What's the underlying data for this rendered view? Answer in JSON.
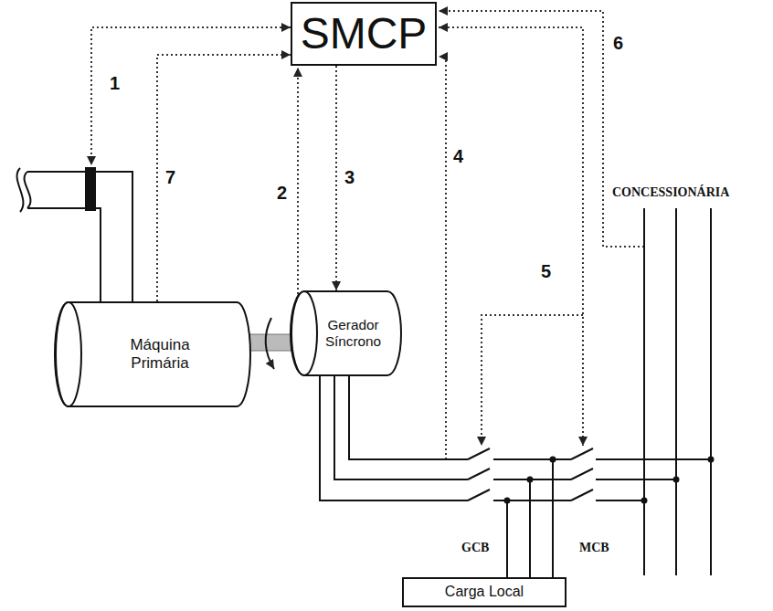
{
  "diagram": {
    "nodes": [
      {
        "text": [
          "SMCP"
        ]
      },
      {
        "text": [
          "Máquina Primária"
        ]
      },
      {
        "text": [
          "Gerador Síncrono"
        ]
      },
      {
        "text": [
          "Carga Local"
        ]
      }
    ],
    "edges": [
      {
        "from": 1,
        "to": 0,
        "arrow": "to",
        "label": "7"
      },
      {
        "from": 0,
        "to": 2,
        "arrow": "to",
        "label": "3"
      }
    ],
    "labels": [
      "1",
      "2",
      "4",
      "5",
      "6",
      "CONCESSIONÁRIA",
      "GCB",
      "MCB"
    ]
  }
}
